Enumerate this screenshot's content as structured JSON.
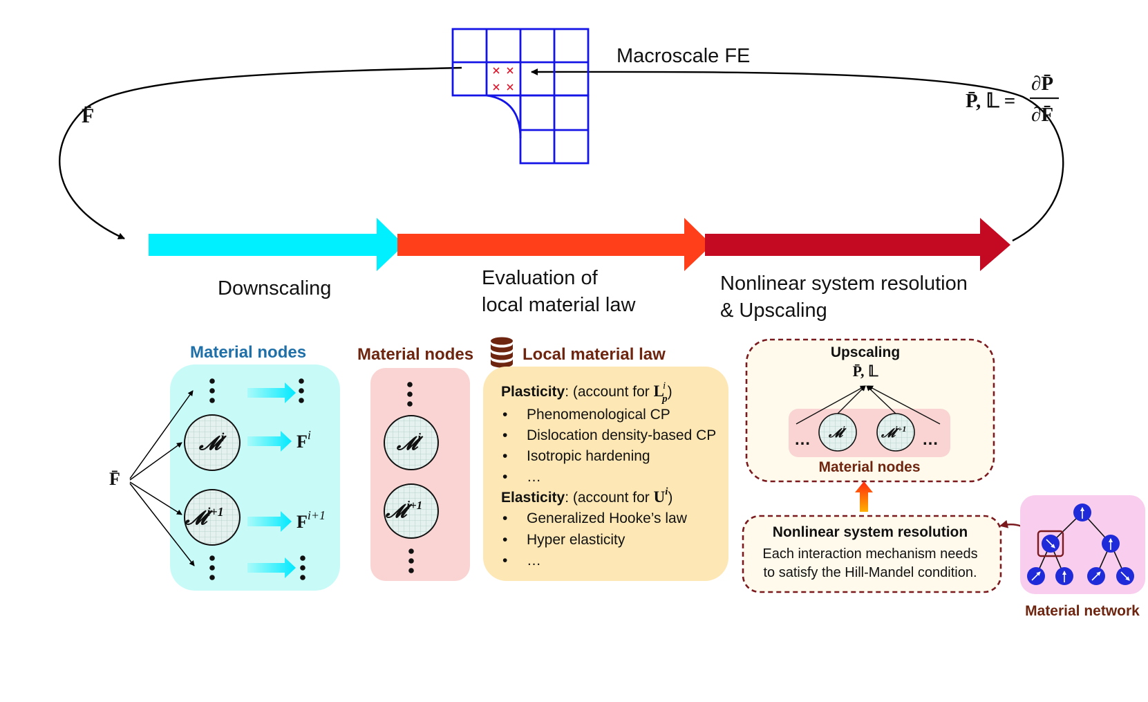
{
  "colors": {
    "fe_blue": "#1414e6",
    "cyan": "#00f0ff",
    "orange": "#ff3f1a",
    "darkred": "#c40a22",
    "teal_title": "#1f6fa8",
    "brown": "#6e2510",
    "cyan_panel": "#c8fbf8",
    "pink_panel": "#f9d4d2",
    "yellow_panel": "#fde7b4",
    "dashed_border": "#7a1a1f",
    "network_bg": "#f9cdee",
    "network_node": "#1f2ad8"
  },
  "top": {
    "fe_label": "Macroscale FE",
    "left_symbol": "F̄",
    "right_lhs": "P̄, 𝕃 =",
    "right_num": "∂P̄",
    "right_den": "∂F̄"
  },
  "process": {
    "downscaling": "Downscaling",
    "evaluation_line1": "Evaluation of",
    "evaluation_line2": "local material law",
    "resolution_line1": "Nonlinear system resolution",
    "resolution_line2": "& Upscaling"
  },
  "downscaling_panel": {
    "title": "Material nodes",
    "input_symbol": "F̄",
    "node_i": "𝓜",
    "node_i_sup": "i",
    "node_i1": "𝓜",
    "node_i1_sup": "i+1",
    "out_i": "F",
    "out_i_sup": "i",
    "out_i1": "F",
    "out_i1_sup": "i+1"
  },
  "evaluation_panel": {
    "nodes_title": "Material nodes",
    "law_title": "Local material law",
    "node_i": "𝓜",
    "node_i_sup": "i",
    "node_i1": "𝓜",
    "node_i1_sup": "i+1",
    "plasticity_head": "Plasticity",
    "plasticity_tail": ": (account for ",
    "plasticity_sym": "L",
    "plasticity_sup": "i",
    "plasticity_sub": "p",
    "plasticity_close": ")",
    "plasticity_items": [
      "Phenomenological CP",
      "Dislocation density-based CP",
      "Isotropic hardening",
      "…"
    ],
    "elasticity_head": "Elasticity",
    "elasticity_tail": ": (account for ",
    "elasticity_sym": "U",
    "elasticity_sup": "i",
    "elasticity_close": ")",
    "elasticity_items": [
      "Generalized Hooke’s law",
      "Hyper elasticity",
      "…"
    ]
  },
  "resolution_panel": {
    "upscaling_title": "Upscaling",
    "upscaling_sym": "P̄, 𝕃",
    "ellipsis": "…",
    "node_i": "𝓜",
    "node_i_sup": "i",
    "node_i1": "𝓜",
    "node_i1_sup": "i+1",
    "nodes_label": "Material nodes",
    "nonlinear_title": "Nonlinear system resolution",
    "nonlinear_line1": "Each interaction mechanism needs",
    "nonlinear_line2": "to satisfy the Hill-Mandel condition.",
    "network_label": "Material network"
  }
}
